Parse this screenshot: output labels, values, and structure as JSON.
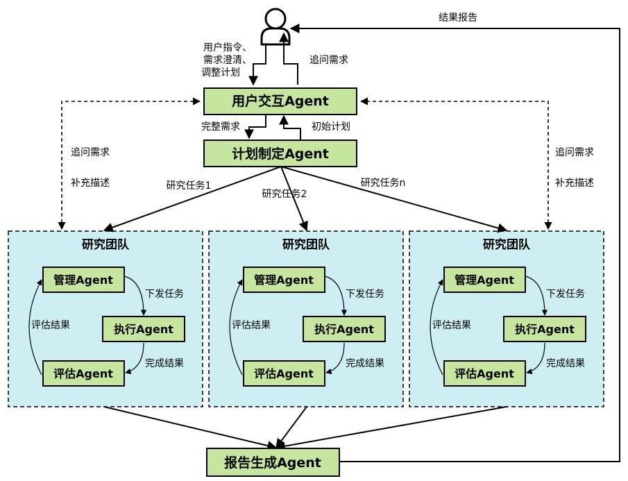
{
  "user": {
    "icon": "user-icon"
  },
  "top_labels": {
    "user_instr_line1": "用户指令、",
    "user_instr_line2": "需求澄清、",
    "user_instr_line3": "调整计划",
    "ask_up": "追问需求",
    "report_result": "结果报告",
    "full_req": "完整需求",
    "init_plan": "初始计划"
  },
  "agents": {
    "ui": "用户交互Agent",
    "planner": "计划制定Agent",
    "report": "报告生成Agent"
  },
  "side_labels": {
    "left_ask": "追问需求",
    "left_fill": "补充描述",
    "right_ask": "追问需求",
    "right_fill": "补充描述"
  },
  "tasks": {
    "t1": "研究任务1",
    "t2": "研究任务2",
    "tn": "研究任务n"
  },
  "teams": [
    {
      "title": "研究团队",
      "manager": "管理Agent",
      "executor": "执行Agent",
      "evaluator": "评估Agent",
      "dispatch": "下发任务",
      "done": "完成结果",
      "evaluate": "评估结果"
    },
    {
      "title": "研究团队",
      "manager": "管理Agent",
      "executor": "执行Agent",
      "evaluator": "评估Agent",
      "dispatch": "下发任务",
      "done": "完成结果",
      "evaluate": "评估结果"
    },
    {
      "title": "研究团队",
      "manager": "管理Agent",
      "executor": "执行Agent",
      "evaluator": "评估Agent",
      "dispatch": "下发任务",
      "done": "完成结果",
      "evaluate": "评估结果"
    }
  ],
  "colors": {
    "agent_fill": "#c6e6a0",
    "team_fill": "#cdeef2",
    "stroke": "#000000"
  }
}
